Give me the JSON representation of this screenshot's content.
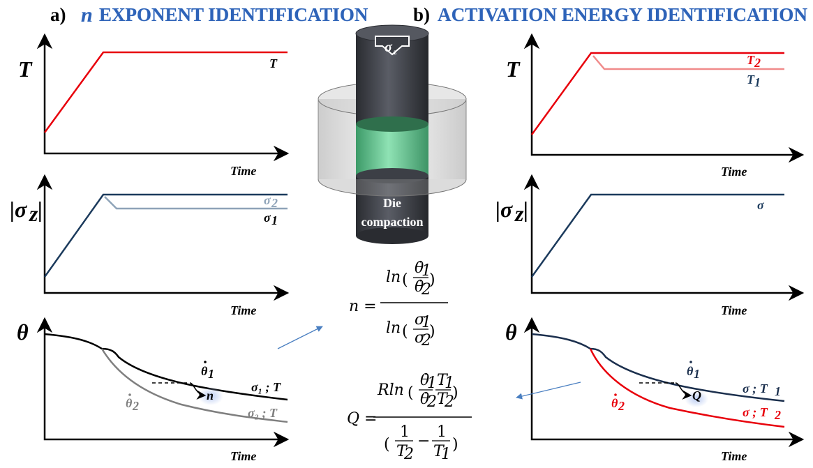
{
  "panel_a": {
    "letter": "a)",
    "symbol": "n",
    "title": "EXPONENT IDENTIFICATION",
    "ylabel_T": "T",
    "ylabel_sigma": "|σ",
    "ylabel_sigma_sub": "z",
    "ylabel_theta": "θ",
    "xlabel": "Time",
    "T_curve_label": "T",
    "sigma_upper_label": "σ",
    "sigma_upper_sub": "2",
    "sigma_lower_label": "σ",
    "sigma_lower_sub": "1",
    "theta_dot_1": "θ",
    "theta_dot_1_sub": "1",
    "theta_dot_2": "θ",
    "theta_dot_2_sub": "2",
    "result_symbol": "n",
    "curve1_label": "σ₁ ; T",
    "curve2_label": "σ₂ ; T",
    "colors": {
      "T": "#e8000b",
      "sigma_hi": "#1b3a5c",
      "sigma_lo": "#8ea3b8",
      "theta1": "#000000",
      "theta2": "#7f7f7f"
    }
  },
  "panel_b": {
    "letter": "b)",
    "title": "ACTIVATION ENERGY IDENTIFICATION",
    "ylabel_T": "T",
    "ylabel_sigma": "|σ",
    "ylabel_sigma_sub": "z",
    "ylabel_theta": "θ",
    "xlabel": "Time",
    "T2_label": "T",
    "T2_sub": "2",
    "T1_label": "T",
    "T1_sub": "1",
    "sigma_label": "σ",
    "theta_dot_1": "θ",
    "theta_dot_1_sub": "1",
    "theta_dot_2": "θ",
    "theta_dot_2_sub": "2",
    "result_symbol": "Q",
    "curve1_label": "σ ; T",
    "curve1_sub": "1",
    "curve2_label": "σ ; T",
    "curve2_sub": "2",
    "colors": {
      "T2": "#e8000b",
      "T1": "#f08a8a",
      "sigma": "#1b3a5c",
      "theta1": "#1b2f4d",
      "theta2": "#e8000b"
    }
  },
  "center": {
    "load_label": "σ",
    "load_sub": "z",
    "cylinder_caption_1": "Die",
    "cylinder_caption_2": "compaction",
    "eq_n": {
      "lhs": "n =",
      "num_fn": "ln",
      "num_frac_top": "θ̇",
      "num_frac_top_sub": "1",
      "num_frac_bot": "θ̇",
      "num_frac_bot_sub": "2",
      "den_fn": "ln",
      "den_frac_top": "σ",
      "den_frac_top_sub": "1",
      "den_frac_bot": "σ",
      "den_frac_bot_sub": "2"
    },
    "eq_Q": {
      "lhs": "Q =",
      "num_fn": "Rln",
      "t1": "θ̇",
      "t1_sub": "1",
      "t2": "θ̇",
      "t2_sub": "2",
      "T1": "T",
      "T1_sub": "1",
      "T2": "T",
      "T2_sub": "2",
      "one": "1",
      "minus": "−"
    },
    "colors": {
      "cylinder_dark": "#3a3d44",
      "sample_green": "#58c48a",
      "arrow": "#4a7fc1"
    }
  }
}
